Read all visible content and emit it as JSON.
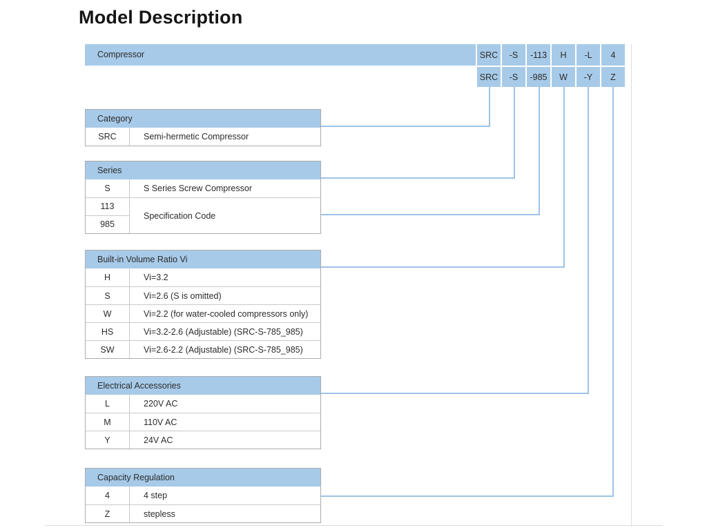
{
  "page": {
    "title": "Model Description"
  },
  "colors": {
    "header_blue": "#a7cae8",
    "connector_blue": "#9dc3e6",
    "border_gray": "#ababab",
    "row_line": "#c9c9c9",
    "text_dark": "#2b2b2b",
    "frame_line": "#dcdcdc"
  },
  "model_bar": {
    "label": "Compressor",
    "rows": [
      {
        "cells": [
          "SRC",
          "-S",
          "-113",
          "H",
          "-L",
          "4"
        ]
      },
      {
        "cells": [
          "SRC",
          "-S",
          "-985",
          "W",
          "-Y",
          "Z"
        ]
      }
    ]
  },
  "tables": [
    {
      "title": "Category",
      "rows": [
        {
          "code": "SRC",
          "desc": "Semi-hermetic Compressor"
        }
      ]
    },
    {
      "title": "Series",
      "rows": [
        {
          "code": "S",
          "desc": "S Series Screw Compressor"
        },
        {
          "code": "113"
        },
        {
          "code": "985"
        }
      ],
      "merged_desc": "Specification Code"
    },
    {
      "title": "Built-in Volume Ratio Vi",
      "rows": [
        {
          "code": "H",
          "desc": "Vi=3.2"
        },
        {
          "code": "S",
          "desc": "Vi=2.6 (S is omitted)"
        },
        {
          "code": "W",
          "desc": "Vi=2.2 (for water-cooled compressors only)"
        },
        {
          "code": "HS",
          "desc": "Vi=3.2-2.6 (Adjustable) (SRC-S-785_985)"
        },
        {
          "code": "SW",
          "desc": "Vi=2.6-2.2 (Adjustable) (SRC-S-785_985)"
        }
      ]
    },
    {
      "title": "Electrical Accessories",
      "rows": [
        {
          "code": "L",
          "desc": "220V AC"
        },
        {
          "code": "M",
          "desc": "110V AC"
        },
        {
          "code": "Y",
          "desc": "24V AC"
        }
      ]
    },
    {
      "title": "Capacity Regulation",
      "rows": [
        {
          "code": "4",
          "desc": "4 step"
        },
        {
          "code": "Z",
          "desc": "stepless"
        }
      ]
    }
  ]
}
